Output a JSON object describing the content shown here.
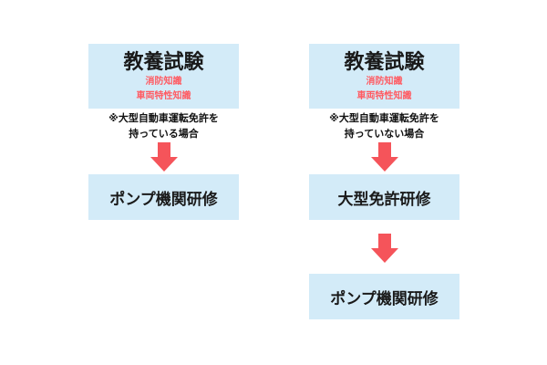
{
  "colors": {
    "box": "#d3ebf8",
    "accent": "#ff5b62",
    "arrow": "#f5545a"
  },
  "left": {
    "exam_title": "教養試験",
    "subjects": [
      "消防知識",
      "車両特性知識"
    ],
    "note": [
      "※大型自動車運転免許を",
      "持っている場合"
    ],
    "stages": [
      "ポンプ機関研修"
    ]
  },
  "right": {
    "exam_title": "教養試験",
    "subjects": [
      "消防知識",
      "車両特性知識"
    ],
    "note": [
      "※大型自動車運転免許を",
      "持っていない場合"
    ],
    "stages": [
      "大型免許研修",
      "ポンプ機関研修"
    ]
  }
}
